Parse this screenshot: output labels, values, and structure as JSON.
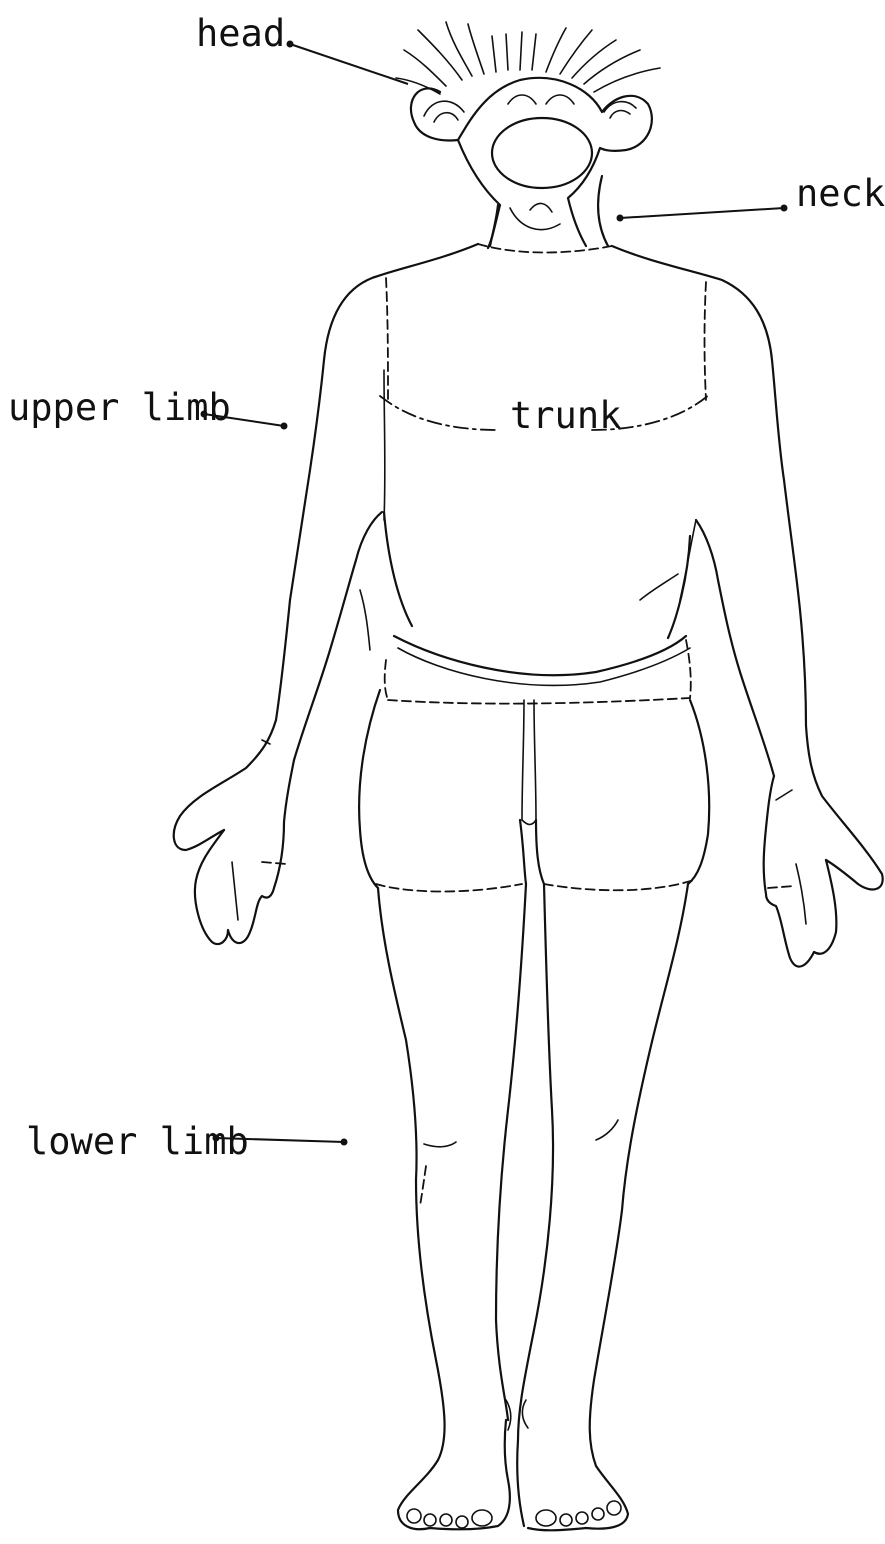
{
  "labels": {
    "head": "head",
    "neck": "neck",
    "upper_limb": "upper limb",
    "trunk": "trunk",
    "lower_limb": "lower limb"
  },
  "colors": {
    "ink": "#111111",
    "background": "#ffffff"
  }
}
